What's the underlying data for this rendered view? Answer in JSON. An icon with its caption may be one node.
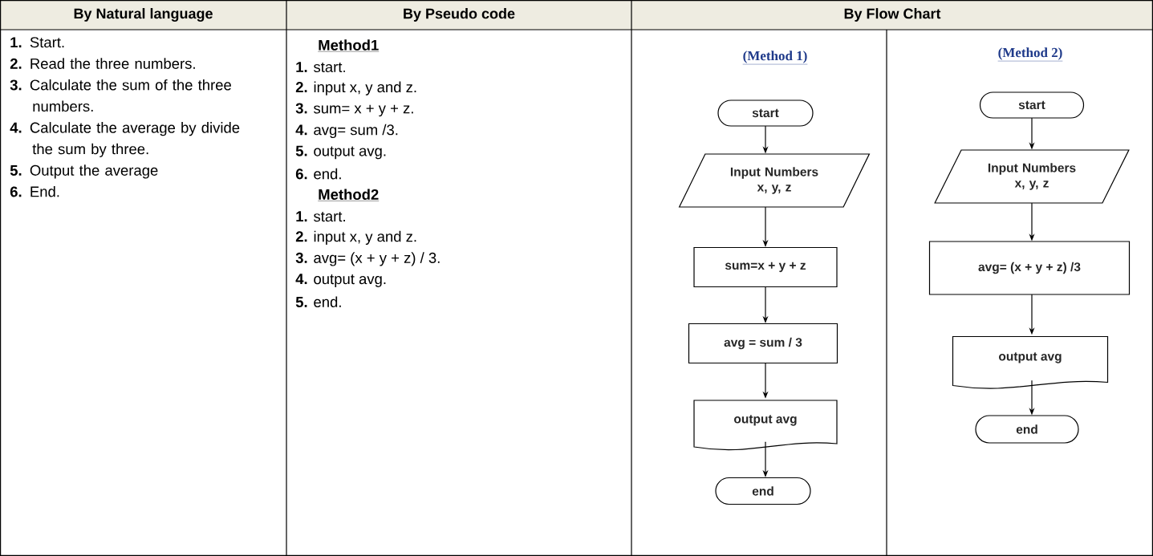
{
  "diagram": {
    "nodes": [
      {
        "text": [
          "start"
        ]
      },
      {
        "text": [
          "Input Numbers x, y, z"
        ]
      },
      {
        "text": [
          "sum=x + y + z"
        ]
      },
      {
        "text": [
          "avg = sum / 3"
        ]
      },
      {
        "text": [
          "output avg"
        ]
      },
      {
        "text": [
          "end"
        ]
      },
      {
        "text": [
          "start"
        ]
      },
      {
        "text": [
          "Input Numbers x, y, z"
        ]
      },
      {
        "text": [
          "avg= (x + y + z) /3"
        ]
      },
      {
        "text": [
          "output avg"
        ]
      },
      {
        "text": [
          "end"
        ]
      }
    ],
    "edges": [
      {
        "from": 0,
        "to": 1,
        "arrow": "to"
      },
      {
        "from": 1,
        "to": 2,
        "arrow": "to"
      },
      {
        "from": 2,
        "to": 3,
        "arrow": "to"
      },
      {
        "from": 3,
        "to": 4,
        "arrow": "to"
      },
      {
        "from": 4,
        "to": 5,
        "arrow": "to"
      },
      {
        "from": 6,
        "to": 7,
        "arrow": "to"
      },
      {
        "from": 7,
        "to": 8,
        "arrow": "to"
      },
      {
        "from": 8,
        "to": 9,
        "arrow": "to"
      },
      {
        "from": 9,
        "to": 10,
        "arrow": "to"
      }
    ],
    "labels": [
      "By Natural language",
      "By Pseudo code",
      "By Flow Chart",
      "**1.** Start.",
      "**2.** Read the three numbers.",
      "**3.** Calculate the sum of the three numbers.",
      "**4.** Calculate the average by divide the sum by three.",
      "**5.** Output the average",
      "**6.** End.",
      "Method1",
      "**1.** start.",
      "**2.** input x, y and z.",
      "**3.** sum= x + y + z.",
      "**4.** avg= sum /3.",
      "**5.** output  avg.",
      "**6.** end.",
      "Method2",
      "**1.** start.",
      "**2.** input x, y and z.",
      "**3.** avg= (x + y + z) / 3.",
      "**4.** output  avg.",
      "**5.** end.",
      "(Method 1)",
      "(Method 2)"
    ]
  }
}
